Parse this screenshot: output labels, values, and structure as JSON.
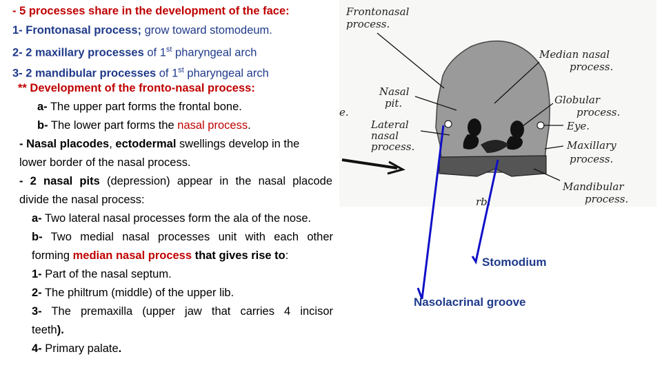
{
  "text": {
    "l0": {
      "a": "- 5 processes share in the development of the face:"
    },
    "l1": {
      "a": "1- Frontonasal process;",
      "b": " grow toward stomodeum."
    },
    "l2": {
      "a": "2- 2 maxillary processes",
      "b": " of 1",
      "sup": "st",
      "c": " pharyngeal arch"
    },
    "l3": {
      "a": "3- 2 mandibular processes",
      "b": " of 1",
      "sup": "st",
      "c": "  pharyngeal arch"
    },
    "l4": {
      "a": "** Development of the fronto-nasal process:"
    },
    "l5": {
      "a": "a-",
      "b": " The upper part forms the frontal bone."
    },
    "l6": {
      "a": "b-",
      "b": " The lower part forms the ",
      "c": "nasal process",
      "d": "."
    },
    "l7": {
      "a": "- Nasal placodes",
      "b": ", ",
      "c": "ectodermal",
      "d": " swellings develop in the"
    },
    "l8": {
      "a": "lower border of the nasal process."
    },
    "l9": {
      "a": "- 2 nasal pits",
      "b": " (depression) appear in the nasal placode"
    },
    "l10": {
      "a": "divide the nasal process:"
    },
    "l11": {
      "a": "a-",
      "b": " Two lateral nasal processes form the ala of the nose."
    },
    "l12": {
      "a": "b-",
      "b": " Two medial nasal processes unit with each other"
    },
    "l13": {
      "a": "forming ",
      "b": "median nasal process",
      "c": " that gives rise to",
      "d": ":"
    },
    "l14": {
      "a": "1-",
      "b": " Part of the nasal septum."
    },
    "l15": {
      "a": "2-",
      "b": " The philtrum (middle) of the upper lib."
    },
    "l16": {
      "a": "3-",
      "b": " The premaxilla (upper jaw that carries 4 incisor"
    },
    "l17": {
      "a": "teeth",
      "b": ")."
    },
    "l18": {
      "a": "4-",
      "b": " Primary palate",
      "c": "."
    }
  },
  "figure": {
    "labels": {
      "frontonasal_1": "Frontonasal",
      "frontonasal_2": "process.",
      "median_1": "Median nasal",
      "median_2": "process.",
      "nasal_pit_1": "Nasal",
      "nasal_pit_2": "pit.",
      "globular_1": "Globular",
      "globular_2": "process.",
      "lateral_1": "Lateral",
      "lateral_2": "nasal",
      "lateral_3": "process.",
      "eye": "Eye.",
      "maxillary_1": "Maxillary",
      "maxillary_2": "process.",
      "mandibular_1": "Mandibular",
      "mandibular_2": "process.",
      "fragment_e": "e.",
      "fragment_rb": "rb."
    }
  },
  "callouts": {
    "stomodium": "Stomodium",
    "nasolacrinal": "Nasolacrinal groove"
  },
  "colors": {
    "red": "#c00000",
    "navy": "#1f3a8a",
    "pointer": "#1010c8"
  }
}
